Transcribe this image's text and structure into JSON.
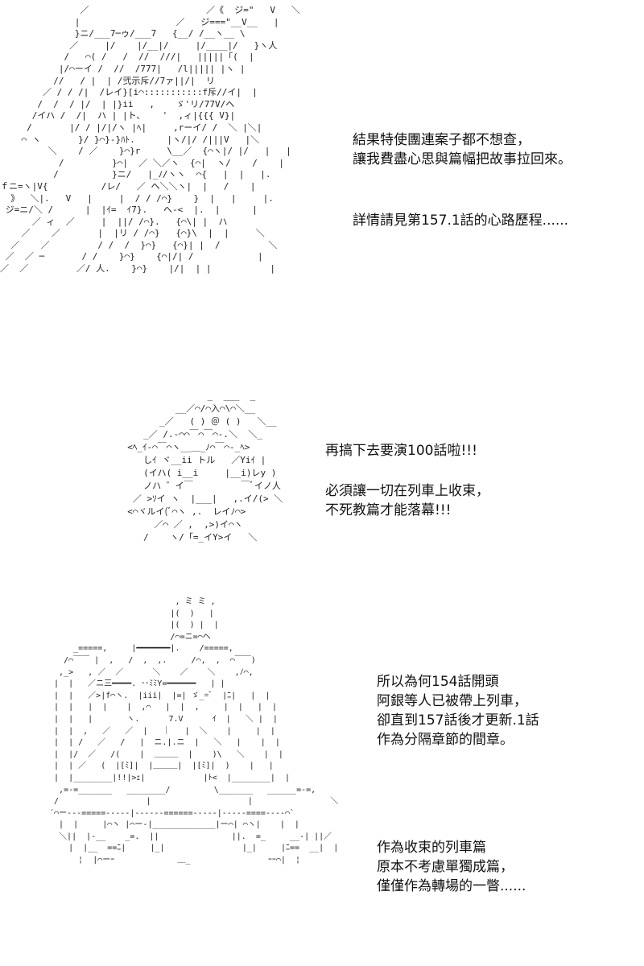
{
  "panels": [
    {
      "art": "               ／                      ／《  ジ=\"   V   ＼\n              |                  ／   ジ===\"__V__   |\n              }ニ/___7─ゥ/___7   {__/ /__ヽ__ \\\n             ／     |/    |/__|/     |/____|/   }ヽ人\n            /   ⌒( /   /  //  ///|   |||||「(  |\n           |/⌒ーイ /  //  /777|   /l||||| |ヽ |\n          //   / |  | /弐示斥//7ァ||/|  リ\n        ／ / / /|  /レイ}[i⌒:::::::::::f斥//イ|  |\n       /  /  / |/  | |}ii   ,    ゞ'リ/77V/ヘ\n      /イハ /  /|  ハ | |ト､    '  ,ィ|{{{ V}|\n     /       |/ / |/|/ヽ |ﾍ|     ,rーイ/ /  ＼ |＼|\n    ⌒ ヽ       }/ }⌒}-}ﾊﾄ.      |ヽ/|/ /|||V   |＼\n         ＼    / ／    }⌒}r     \\__／  {⌒ヽ|/ |/   |   |\n           /         }⌒|  ／ ＼／ヽ  {⌒|  ヽ/    /    |\n          /          }ニ/   |_ﾉ/ヽヽ  ⌒{   |  |   |.\nｆニ=ヽ|V{          /レ/   ／ ヘ＼＼ヽ|  |   /    |\n  》  ＼|.   V   |     |  / / /⌒}    }  |   |     |.\n ジ=ニ/＼ /      |  |ｲ=  ｲ7}.   へ-<  |.  |      |\n      ／ ィ  ／     |  ||/ /⌒}.   {⌒\\| |  ハ\n    ／    ／       |  |リ / /⌒}   {⌒}\\  |  |     ＼\n  ／    ／         / /  /  }⌒}   {⌒}| |  /         ＼\n ／  ／ ─       / /    }⌒}    {⌒|/| /            |\n／  ／         ／/ 人.    }⌒}    |/|  | |           |",
      "paragraphs": [
        [
          "結果特使團連案子都不想查，",
          "讓我費盡心思與篇幅把故事拉回來。"
        ],
        [
          "詳情請見第157.1話的心路歷程......"
        ]
      ]
    },
    {
      "art": "                 _  ___  _\n           __／⌒/⌒入⌒\\⌒＼__\n        _／   ( ) ＠ ( )   ＼__\n     _／ /.-⌒⌒￣⌒￣⌒-.＼  ＼_\n  <ﾍ_ｲ-⌒￣⌒ヽ__＿_ﾉ⌒￣⌒-_ﾍ>\n     しｲ ヾ__ii トル   ／Yiｲ |\n     (イハ( i__i     |__i)レy )\n     ノハ ゛イ￣         ￣ﾞイノ人\n   ／ >ｿイ ヽ  |___|   ,.イ/(> ＼\n  <⌒ヾルイ(ﾞ⌒ヽ ,.  レイﾉ⌒>\n       ／⌒ ／ ,  ,>)イ⌒ヽ\n     /    ヽ/「=_イY>イ   ＼",
      "paragraphs": [
        [
          "再搞下去要演100話啦!!!"
        ],
        [
          "必須讓一切在列車上收束，",
          "不死教篇才能落幕!!!"
        ]
      ]
    },
    {
      "art": "                           , ミ ミ ,\n                          |(  )   |\n                          |(  ) |  |\n                          /⌒=ニ=⌒ヘ\n      _=====,     |━━━━━━━|.    /=====,\n    /⌒￣￣ |  ,   /  ,  ,.     /⌒,  ,  ⌒￣￣)\n   ,_>   , ／  ／      ＼    ／    ＼    ,ﾉ⌒,\n  |  |   ／ニ三━━━━. ･･ﾐﾐY=━━━━━━   | |\n  |  |   ／>|f⌒ヽ.  |iii|  |=| ゞ_=ﾞ  |ﾆ|   |  |\n  |  |   |  |    |  ,⌒   |  |  ,     |  |   |  |\n  |  |   |       ヽ.      7.V      ｲ  |   ＼ |  |\n  |  |  ,   ／   ／  |   ｜   |  ＼    |     |  |\n  |  | /   ／   /   |  ニ.|.ニ  |   ＼   |    |  |\n  |  |/  ／   /(    |  ＿＿＿  |    )\\   ＼    |  |\n  |  | ／   (  |[ﾐ]|  |＿＿＿|  |[ﾐ]|  )    |   |\n  |  |________|!!|>ｪ|            |ﾄ<  |________|  |\n   ,=-=_______   ________/         \\_______   ______=-=,\n  /                  |                    |                ＼\n ´⌒ー---=====-----|------======-----|-----====----⌒`\n   |  |     |⌒ヽ |⌒ー-|_____________|ー⌒| ⌒ヽ|    |  |\n   ＼||  |-__    _=.  ||               ||.  =_     __-| ||／\n     |  |__  ==ﾆ|     |_|                |_|     |ﾆ==  __|  |\n       ¦  |⌒ーｰ             ＿_                ｰｰ⌒|  ¦",
      "paragraphs": [
        [
          "所以為何154話開頭",
          "阿銀等人已被帶上列車，",
          "卻直到157話後才更新.1話",
          "作為分隔章節的間章。"
        ],
        [
          "作為收束的列車篇",
          "原本不考慮單獨成篇，",
          "僅僅作為轉場的一瞥......"
        ]
      ]
    }
  ]
}
